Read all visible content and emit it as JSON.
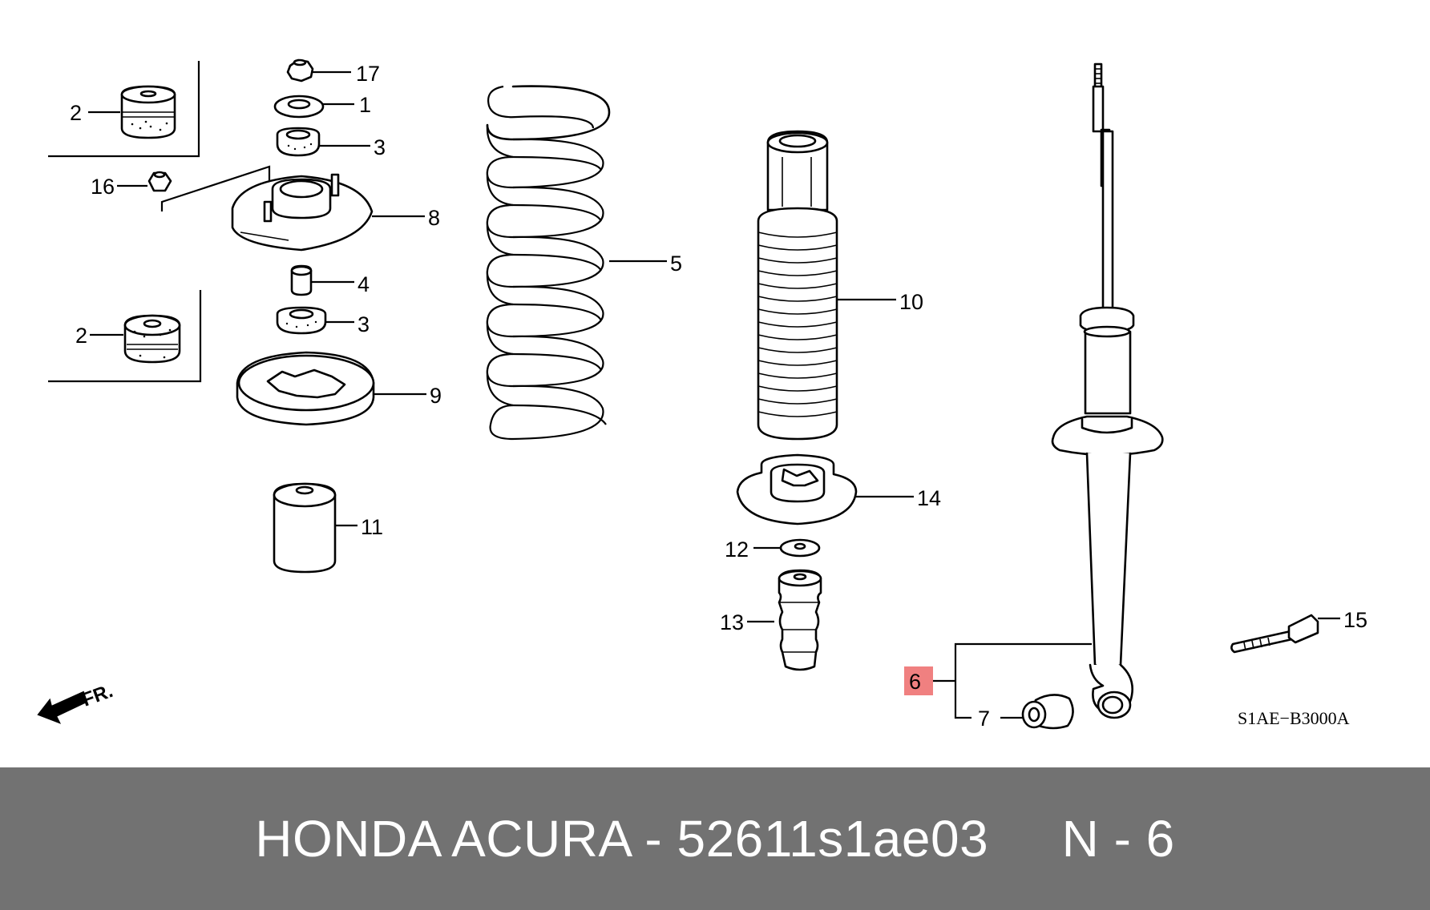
{
  "diagram": {
    "callouts": {
      "c1": "1",
      "c2a": "2",
      "c2b": "2",
      "c3a": "3",
      "c3b": "3",
      "c4": "4",
      "c5": "5",
      "c6": "6",
      "c7": "7",
      "c8": "8",
      "c9": "9",
      "c10": "10",
      "c11": "11",
      "c12": "12",
      "c13": "13",
      "c14": "14",
      "c15": "15",
      "c16": "16",
      "c17": "17"
    },
    "front_marker": "FR.",
    "diagram_code": "S1AE−B3000A",
    "highlight_color": "#f08080",
    "highlighted_callout": "6"
  },
  "footer": {
    "text": "HONDA ACURA - 52611s1ae03     N - 6"
  }
}
